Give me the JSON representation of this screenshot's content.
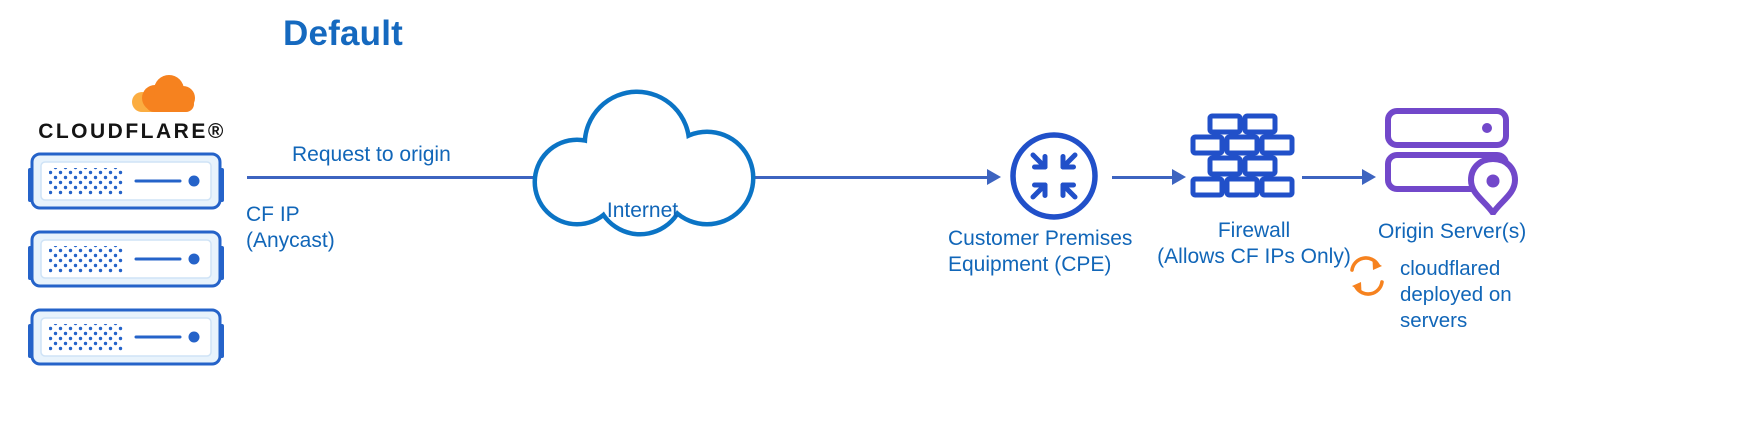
{
  "title": "Default",
  "logo": {
    "wordmark": "CLOUDFLARE®"
  },
  "labels": {
    "request": "Request to origin",
    "cf_ip": "CF IP\n(Anycast)",
    "internet": "Internet",
    "cpe": "Customer Premises\nEquipment (CPE)",
    "firewall": "Firewall\n(Allows CF IPs Only)",
    "origin": "Origin Server(s)",
    "cloudflared": "cloudflared\ndeployed on\nservers"
  },
  "colors": {
    "text_blue": "#1166b8",
    "line_blue": "#3d64c0",
    "icon_blue": "#2150c9",
    "cloud_blue": "#0b74c5",
    "server_blue": "#2563c9",
    "brand_orange": "#f6821f",
    "brand_orange_light": "#fbad41",
    "origin_purple": "#7248ca"
  },
  "icons": {
    "logo": "cloudflare-cloud-icon",
    "edge": "edge-server-icon",
    "internet": "internet-cloud-icon",
    "cpe": "arrows-converge-icon",
    "firewall": "brick-wall-icon",
    "origin": "server-stack-with-pin-icon",
    "cloudflared": "sync-arrows-icon"
  }
}
